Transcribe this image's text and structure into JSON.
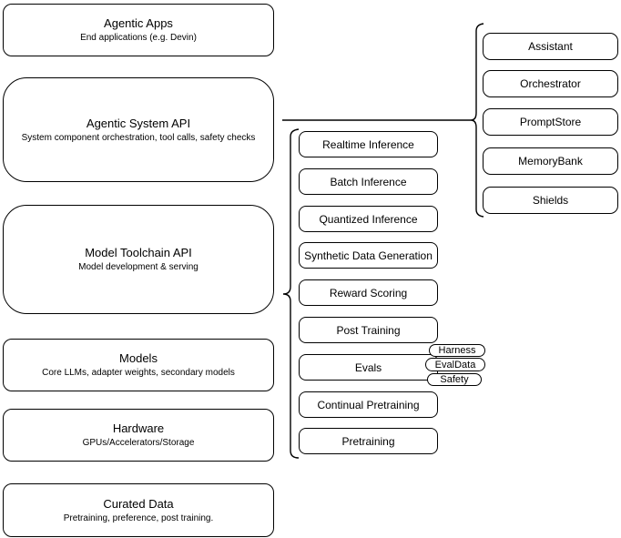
{
  "stack": [
    {
      "title": "Agentic Apps",
      "subtitle": "End applications (e.g. Devin)"
    },
    {
      "title": "Agentic System API",
      "subtitle": "System component orchestration, tool calls, safety checks"
    },
    {
      "title": "Model Toolchain API",
      "subtitle": "Model development & serving"
    },
    {
      "title": "Models",
      "subtitle": "Core LLMs, adapter weights, secondary models"
    },
    {
      "title": "Hardware",
      "subtitle": "GPUs/Accelerators/Storage"
    },
    {
      "title": "Curated Data",
      "subtitle": "Pretraining, preference, post training."
    }
  ],
  "toolchain_components": [
    "Realtime Inference",
    "Batch Inference",
    "Quantized Inference",
    "Synthetic Data Generation",
    "Reward Scoring",
    "Post Training",
    "Evals",
    "Continual Pretraining",
    "Pretraining"
  ],
  "evals_tags": [
    "Harness",
    "EvalData",
    "Safety"
  ],
  "system_components": [
    "Assistant",
    "Orchestrator",
    "PromptStore",
    "MemoryBank",
    "Shields"
  ],
  "colors": {
    "stroke": "#000000",
    "fill": "#ffffff",
    "text": "#000000"
  }
}
